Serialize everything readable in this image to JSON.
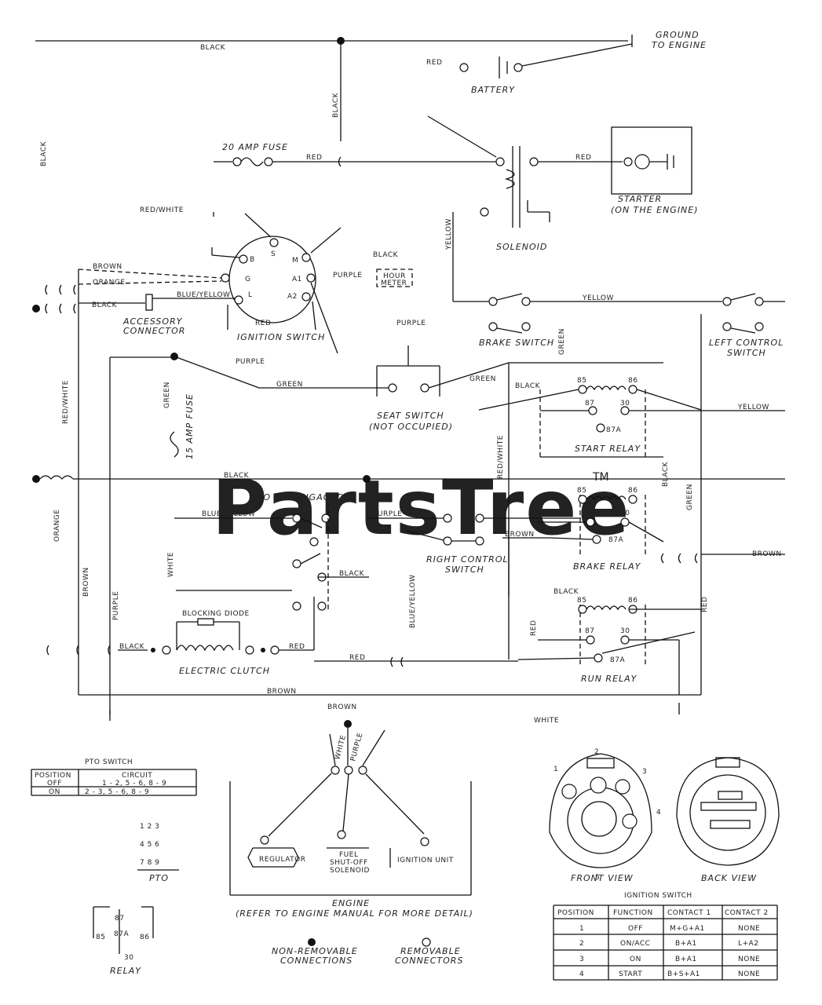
{
  "watermark": "PartsTree",
  "watermark_tm": "TM",
  "labels": {
    "ground": "GROUND",
    "to_engine": "TO ENGINE",
    "battery": "BATTERY",
    "red": "RED",
    "black": "BLACK",
    "fuse": "20 AMP FUSE",
    "solenoid": "SOLENOID",
    "starter": "STARTER",
    "starter_note": "(ON THE ENGINE)",
    "yellow": "YELLOW",
    "red_white": "RED/WHITE",
    "brown": "BROWN",
    "orange": "ORANGE",
    "blue_yellow": "BLUE/YELLOW",
    "accessory": "ACCESSORY",
    "connector": "CONNECTOR",
    "ignition_switch": "IGNITION SWITCH",
    "hour_meter_1": "HOUR",
    "hour_meter_2": "METER",
    "purple": "PURPLE",
    "brake_switch": "BRAKE SWITCH",
    "left_control_1": "LEFT CONTROL",
    "left_control_2": "SWITCH",
    "green": "GREEN",
    "seat_switch": "SEAT SWITCH",
    "seat_note": "(NOT OCCUPIED)",
    "start_relay": "START RELAY",
    "fuse_15": "15 AMP FUSE",
    "pto_switch_label": "PTO (DISENGAGED)",
    "right_control_1": "RIGHT CONTROL",
    "right_control_2": "SWITCH",
    "brake_relay": "BRAKE RELAY",
    "blocking_diode": "BLOCKING DIODE",
    "electric_clutch": "ELECTRIC CLUTCH",
    "run_relay": "RUN RELAY",
    "white": "WHITE",
    "engine": "ENGINE",
    "engine_note": "(REFER TO ENGINE MANUAL FOR MORE DETAIL)",
    "regulator": "REGULATOR",
    "fuel_shutoff_1": "FUEL",
    "fuel_shutoff_2": "SHUT-OFF",
    "fuel_shutoff_3": "SOLENOID",
    "ignition_unit": "IGNITION UNIT",
    "front_view": "FRONT VIEW",
    "back_view": "BACK VIEW",
    "relay": "RELAY",
    "pto": "PTO",
    "non_removable_1": "NON-REMOVABLE",
    "non_removable_2": "CONNECTIONS",
    "removable_1": "REMOVABLE",
    "removable_2": "CONNECTORS",
    "plug_pins": [
      "1",
      "2",
      "3",
      "4",
      "5"
    ],
    "relay_pins": {
      "p87": "87",
      "p87a": "87A",
      "p85": "85",
      "p86": "86",
      "p30": "30"
    },
    "ign_pins": {
      "b": "B",
      "s": "S",
      "l": "L",
      "m": "M",
      "g": "G",
      "a1": "A1",
      "a2": "A2"
    }
  },
  "pto_table": {
    "title": "PTO SWITCH",
    "headers": [
      "POSITION",
      "CIRCUIT"
    ],
    "rows": [
      [
        "OFF",
        "1 - 2, 5 - 6, 8 - 9"
      ],
      [
        "ON",
        "2 - 3, 5 - 6, 8 - 9"
      ]
    ]
  },
  "ignition_table": {
    "title": "IGNITION SWITCH",
    "headers": [
      "POSITION",
      "FUNCTION",
      "CONTACT 1",
      "CONTACT 2"
    ],
    "rows": [
      [
        "1",
        "OFF",
        "M+G+A1",
        "NONE"
      ],
      [
        "2",
        "ON/ACC",
        "B+A1",
        "L+A2"
      ],
      [
        "3",
        "ON",
        "B+A1",
        "NONE"
      ],
      [
        "4",
        "START",
        "B+S+A1",
        "NONE"
      ]
    ]
  }
}
